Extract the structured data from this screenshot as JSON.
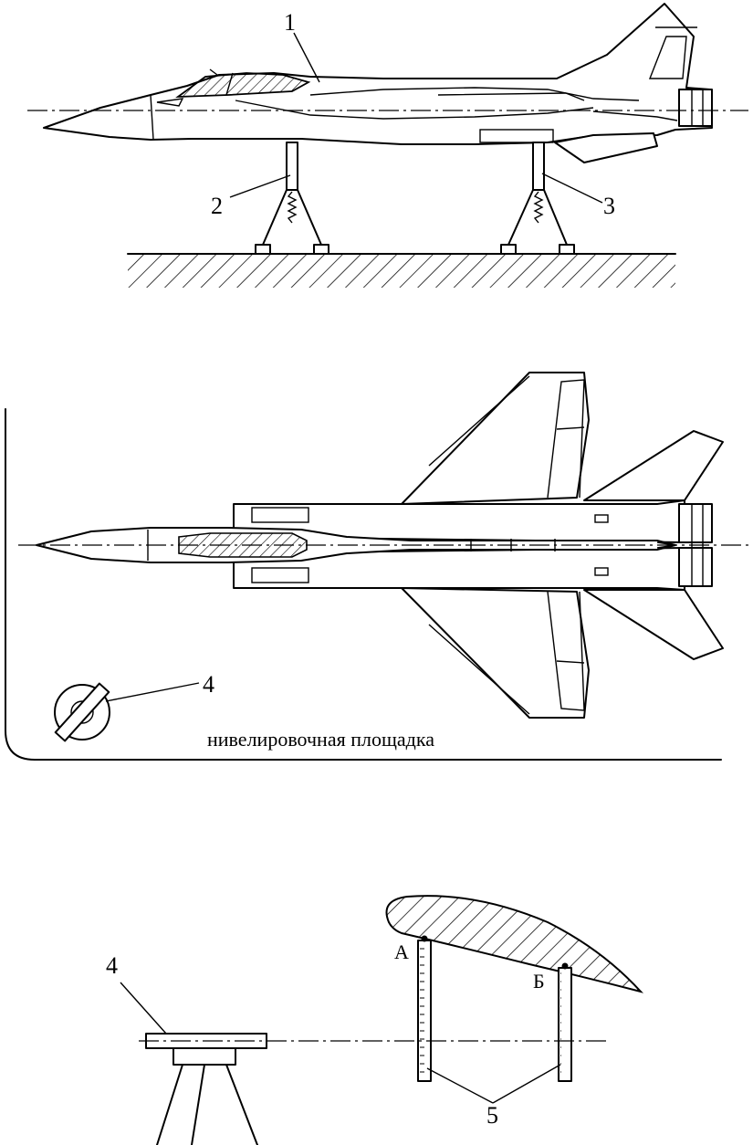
{
  "labels": {
    "part1": "1",
    "part2": "2",
    "part3": "3",
    "part4_plan": "4",
    "part4_level": "4",
    "part5": "5",
    "point_a": "А",
    "point_b": "Б"
  },
  "caption": "нивелировочная площадка"
}
